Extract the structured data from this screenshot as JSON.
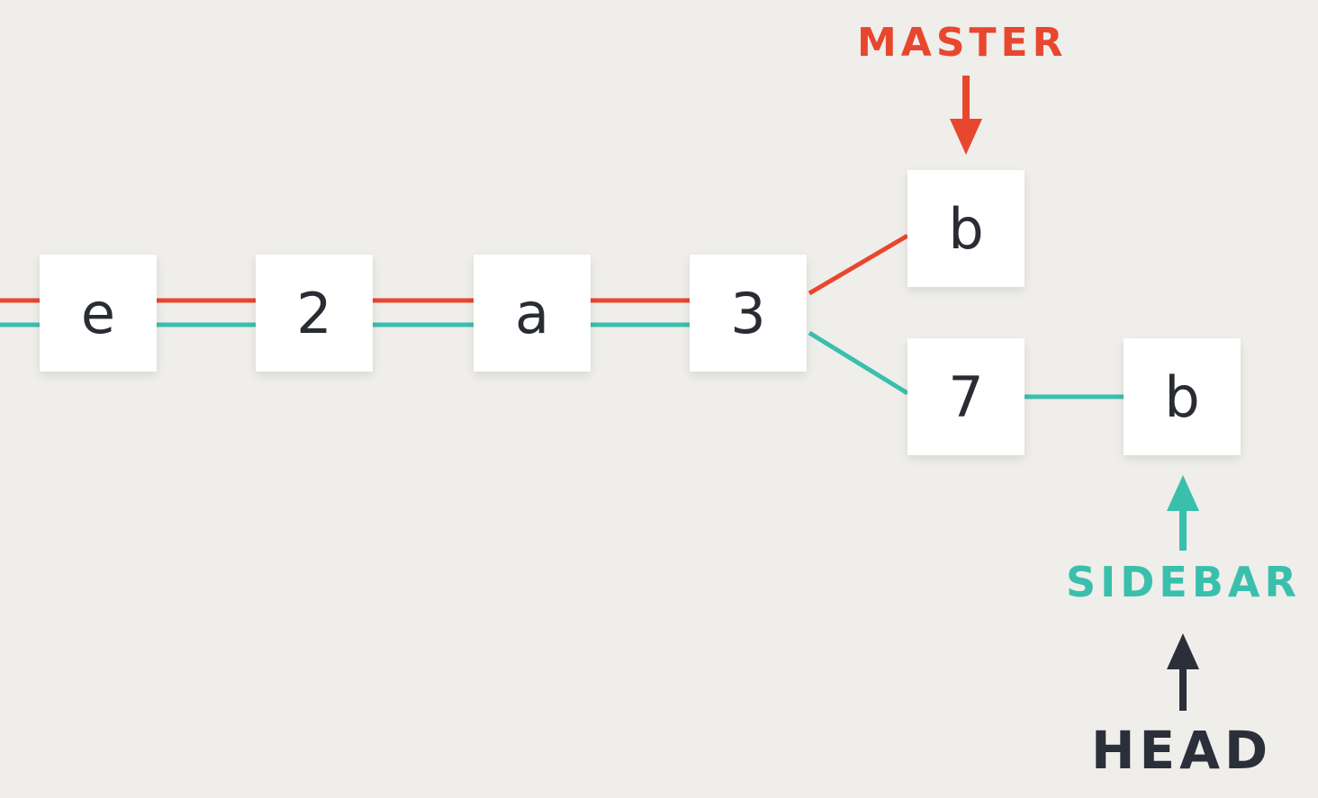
{
  "colors": {
    "master": "#e8472f",
    "sidebar": "#3bbfad",
    "head": "#2b2f39",
    "background": "#efeeea",
    "commit_fill": "#ffffff",
    "commit_text": "#2a2c33"
  },
  "commits": [
    {
      "id": "e",
      "label": "e"
    },
    {
      "id": "2",
      "label": "2"
    },
    {
      "id": "a",
      "label": "a"
    },
    {
      "id": "3",
      "label": "3"
    },
    {
      "id": "b1",
      "label": "b"
    },
    {
      "id": "7",
      "label": "7"
    },
    {
      "id": "b2",
      "label": "b"
    }
  ],
  "pointers": {
    "master": {
      "label": "MASTER",
      "target": "b1"
    },
    "sidebar": {
      "label": "SIDEBAR",
      "target": "b2"
    },
    "head": {
      "label": "HEAD",
      "target": "sidebar"
    }
  }
}
